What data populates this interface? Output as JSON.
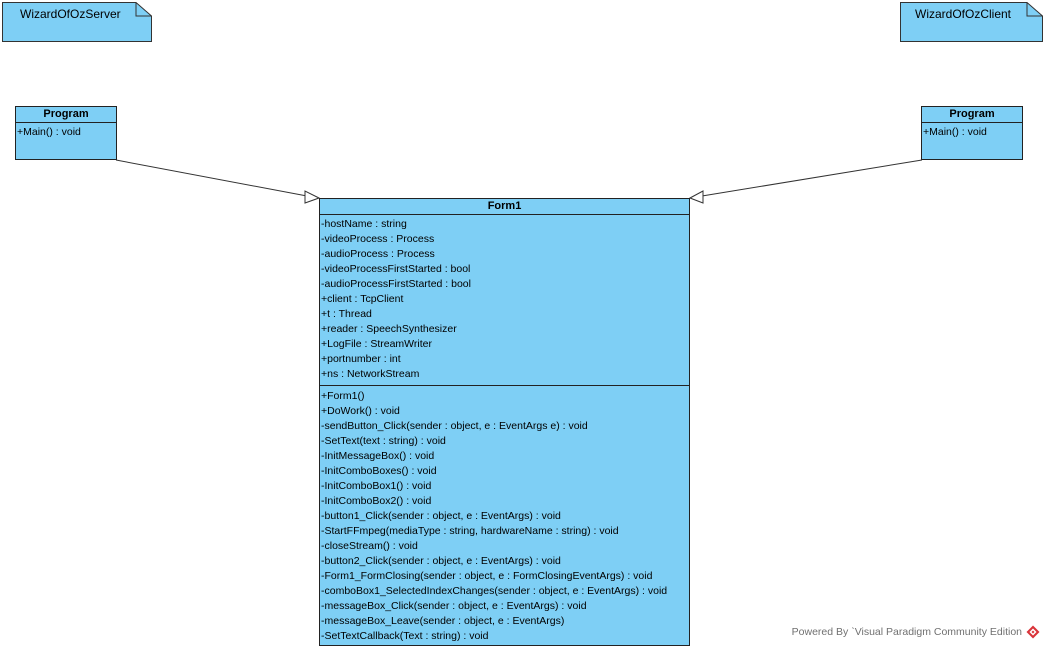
{
  "colors": {
    "class_fill": "#7ecff5",
    "border": "#222222",
    "footer_text": "#707070",
    "logo": "#d9343a"
  },
  "notes": {
    "server": "WizardOfOzServer",
    "client": "WizardOfOzClient"
  },
  "program_left": {
    "name": "Program",
    "operations": [
      "+Main() : void"
    ]
  },
  "program_right": {
    "name": "Program",
    "operations": [
      "+Main() : void"
    ]
  },
  "form1": {
    "name": "Form1",
    "attributes": [
      "-hostName : string",
      "-videoProcess : Process",
      "-audioProcess : Process",
      "-videoProcessFirstStarted : bool",
      "-audioProcessFirstStarted : bool",
      "+client : TcpClient",
      "+t : Thread",
      "+reader : SpeechSynthesizer",
      "+LogFile : StreamWriter",
      "+portnumber : int",
      "+ns : NetworkStream"
    ],
    "operations": [
      "+Form1()",
      "+DoWork() : void",
      "-sendButton_Click(sender : object, e : EventArgs e) : void",
      "-SetText(text : string) : void",
      "-InitMessageBox() : void",
      "-InitComboBoxes() : void",
      "-InitComboBox1() : void",
      "-InitComboBox2() : void",
      "-button1_Click(sender : object, e : EventArgs) : void",
      "-StartFFmpeg(mediaType : string, hardwareName : string) : void",
      "-closeStream() : void",
      "-button2_Click(sender : object, e : EventArgs) : void",
      "-Form1_FormClosing(sender : object, e : FormClosingEventArgs) : void",
      "-comboBox1_SelectedIndexChanges(sender : object, e : EventArgs) : void",
      "-messageBox_Click(sender : object, e : EventArgs) : void",
      "-messageBox_Leave(sender : object, e : EventArgs)",
      "-SetTextCallback(Text : string) : void"
    ]
  },
  "footer": {
    "text": "Powered By ˋVisual Paradigm Community Edition",
    "logo_icon": "visual-paradigm-logo-icon"
  }
}
